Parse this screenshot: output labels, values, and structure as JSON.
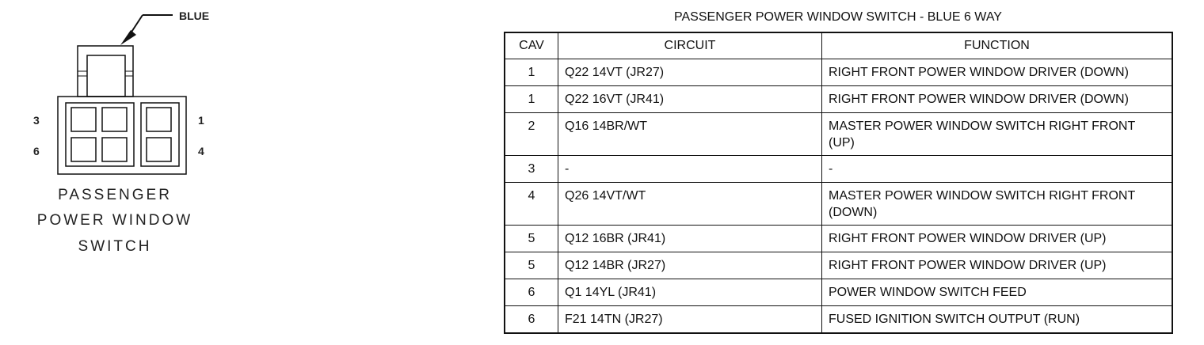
{
  "connector": {
    "color_label": "BLUE",
    "name_lines": [
      "PASSENGER",
      "POWER WINDOW",
      "SWITCH"
    ],
    "pins": {
      "top_left": "3",
      "bottom_left": "6",
      "top_right": "1",
      "bottom_right": "4"
    }
  },
  "table": {
    "title": "PASSENGER POWER WINDOW SWITCH - BLUE 6 WAY",
    "headers": {
      "cav": "CAV",
      "circuit": "CIRCUIT",
      "function": "FUNCTION"
    },
    "rows": [
      {
        "cav": "1",
        "circuit": "Q22 14VT (JR27)",
        "function": "RIGHT FRONT POWER WINDOW DRIVER (DOWN)"
      },
      {
        "cav": "1",
        "circuit": "Q22 16VT (JR41)",
        "function": "RIGHT FRONT POWER WINDOW DRIVER (DOWN)"
      },
      {
        "cav": "2",
        "circuit": "Q16 14BR/WT",
        "function": "MASTER POWER WINDOW SWITCH RIGHT FRONT (UP)"
      },
      {
        "cav": "3",
        "circuit": "-",
        "function": "-"
      },
      {
        "cav": "4",
        "circuit": "Q26 14VT/WT",
        "function": "MASTER POWER WINDOW SWITCH RIGHT FRONT (DOWN)"
      },
      {
        "cav": "5",
        "circuit": "Q12 16BR (JR41)",
        "function": "RIGHT FRONT POWER WINDOW DRIVER (UP)"
      },
      {
        "cav": "5",
        "circuit": "Q12 14BR (JR27)",
        "function": "RIGHT FRONT POWER WINDOW DRIVER (UP)"
      },
      {
        "cav": "6",
        "circuit": "Q1 14YL (JR41)",
        "function": "POWER WINDOW SWITCH FEED"
      },
      {
        "cav": "6",
        "circuit": "F21 14TN (JR27)",
        "function": "FUSED IGNITION SWITCH OUTPUT (RUN)"
      }
    ]
  }
}
